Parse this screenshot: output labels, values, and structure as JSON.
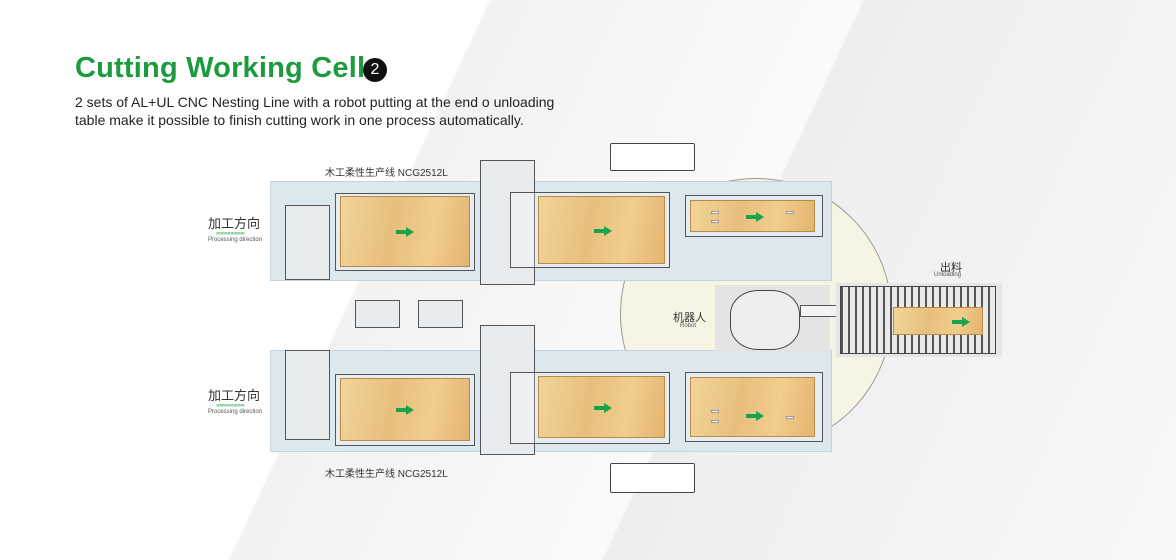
{
  "header": {
    "title": "Cutting Working Cell",
    "badge": "2",
    "description": "2 sets of AL+UL CNC Nesting Line with a robot putting at the end o unloading table make it possible to finish cutting work in one process automatically."
  },
  "lines": [
    {
      "name": "木工柔性生产线 NCG2512L",
      "direction_cn": "加工方向",
      "direction_chevrons": "»»»»»»»»»»",
      "direction_en": "Processing direction"
    },
    {
      "name": "木工柔性生产线 NCG2512L",
      "direction_cn": "加工方向",
      "direction_chevrons": "»»»»»»»»»»",
      "direction_en": "Processing direction"
    }
  ],
  "robot": {
    "label_cn": "机器人",
    "label_en": "Robot"
  },
  "unloading": {
    "label_cn": "出料",
    "label_en": "Unloading"
  },
  "colors": {
    "accent": "#1c9a3e",
    "arrow": "#1aa34a",
    "panel": "#dce7ee",
    "robot_zone": "#f6f5e4"
  }
}
